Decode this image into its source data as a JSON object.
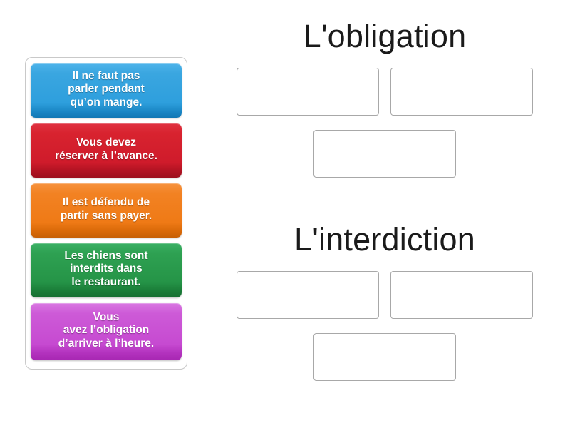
{
  "activity": {
    "type": "group-sort",
    "background_color": "#ffffff"
  },
  "card_tray": {
    "name": "draggable-cards-tray",
    "cards": [
      {
        "id": "card-1",
        "text": "Il ne faut pas\nparler pendant\nqu’on mange.",
        "color": "#2e9fdd",
        "color_name": "blue",
        "lines": 3
      },
      {
        "id": "card-2",
        "text": "Vous devez\nréserver à l’avance.",
        "color": "#cf1b2b",
        "color_name": "red",
        "lines": 2
      },
      {
        "id": "card-3",
        "text": "Il est défendu de\npartir sans payer.",
        "color": "#ef7a16",
        "color_name": "orange",
        "lines": 2
      },
      {
        "id": "card-4",
        "text": "Les chiens sont\ninterdits dans\nle restaurant.",
        "color": "#259447",
        "color_name": "green",
        "lines": 3
      },
      {
        "id": "card-5",
        "text": "Vous\navez l’obligation\nd’arriver à l’heure.",
        "color": "#c64ad1",
        "color_name": "purple",
        "lines": 3
      }
    ]
  },
  "categories": [
    {
      "id": "obligation",
      "title": "L'obligation",
      "dropzones": [
        {
          "id": "obligation-slot-1",
          "content": ""
        },
        {
          "id": "obligation-slot-2",
          "content": ""
        },
        {
          "id": "obligation-slot-3",
          "content": ""
        }
      ]
    },
    {
      "id": "interdiction",
      "title": "L'interdiction",
      "dropzones": [
        {
          "id": "interdiction-slot-1",
          "content": ""
        },
        {
          "id": "interdiction-slot-2",
          "content": ""
        },
        {
          "id": "interdiction-slot-3",
          "content": ""
        }
      ]
    }
  ],
  "colors": {
    "page_background": "#ffffff",
    "tray_border": "#c9c9c9",
    "dropzone_border": "#a8a8a8",
    "title_text": "#1a1a1a",
    "card_text": "#ffffff"
  }
}
